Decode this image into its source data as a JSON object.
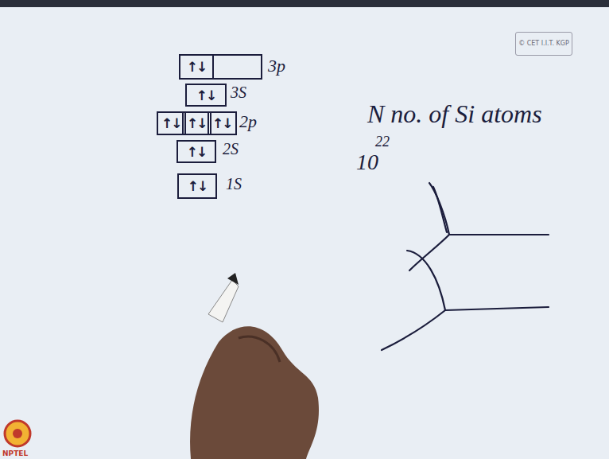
{
  "diagram": {
    "nodes": [
      {
        "text": [
          "© CET I.I.T. KGP"
        ]
      },
      {
        "text": [
          "↑↓"
        ]
      },
      {
        "text": [
          "↑↓"
        ]
      },
      {
        "text": [
          "↑↓"
        ]
      },
      {
        "text": [
          "↑↓"
        ]
      },
      {
        "text": [
          "↑↓"
        ]
      },
      {
        "text": [
          "↑↓"
        ]
      },
      {
        "text": [
          "↑↓"
        ]
      }
    ],
    "labels": [
      "3p",
      "3S",
      "2p",
      "2S",
      "1S",
      "N no. of Si atoms",
      "10",
      "22",
      "NPTEL"
    ]
  }
}
